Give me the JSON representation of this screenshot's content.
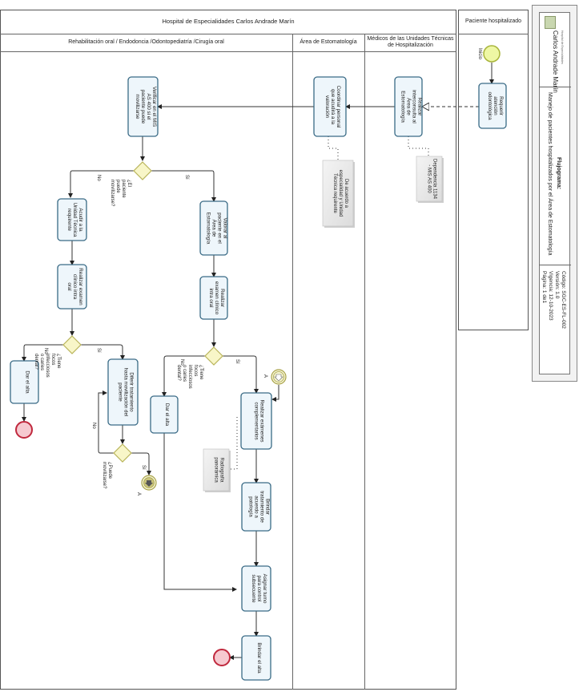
{
  "pool_title": "Hospital de Especialidades Carlos Andrade Marín",
  "patient_pool_title": "Paciente hospitalizado",
  "lanes": [
    {
      "label": "Rehabilitación oral / Endodoncia /Odontopediatría /Cirugía oral"
    },
    {
      "label": "Área de Estomatología"
    },
    {
      "label": "Médicos de las Unidades Técnicas de Hospitalización"
    }
  ],
  "title_block": {
    "logo_text_small": "Hospital de Especialidades",
    "logo_text": "Carlos Andrade Marín",
    "heading": "Flujograma:",
    "subtitle": "Manejo de pacientes hospitalizados por el Área de Estomatología",
    "code": "Código: SGC-ES-FL-002",
    "version": "Versión: 1.0",
    "validity": "Vigencia: 12-10-2023",
    "page": "Página: 1 de1"
  },
  "events": {
    "start": "Inicio",
    "link_a": "A"
  },
  "tasks": {
    "requerir": "Requerir atención odontológica",
    "interconsulta": "Realizar interconsulta al Área de Estomatología",
    "coordinar": "Coordinar personal que acudirá a la valoración",
    "verificar": "Verificar en el MIS AS 400 si el paciente puede movilizarse",
    "acudir": "Acudir a la Unidad Técnica requirente",
    "examen_no": "Realizar examen clínico intra oral",
    "valorar": "Valorar al paciente en el Área de Estomatología",
    "examen_si": "Realizar examen clínico intra oral",
    "dar_alta_left": "Dar el alta",
    "diferir": "Diferir tratamiento hasta movilización del paciente",
    "dar_alta_mid": "Dar el alta",
    "complementarios": "Realizar exámenes complementarios",
    "tratamiento": "Brindar tratamiento de acuerdo a patología",
    "asignar": "Asignar turno para control subsecuente",
    "brindar_alta": "Brindar el alta"
  },
  "gateways": {
    "movilizarse": "¿El paciente puede movilizarse?",
    "focos_no": "¿Tiene focos infecciosos o caries dental?",
    "focos_si": "¿Tiene focos infecciosos o caries dental?",
    "puede_mov": "¿Puede movilizarse?"
  },
  "flow_labels": {
    "si": "Sí",
    "no": "No"
  },
  "notes": {
    "dependencia": "Dependencia 1134 - MIS AS 400",
    "acuerdo": "De acuerdo a especialidad y Unidad Técnica requirente",
    "radiografia": "Radiografía panorámica"
  },
  "colors": {
    "task_fill": "#eef6fb",
    "task_stroke": "#3a6b86",
    "gateway_fill": "#f8f6c8",
    "gateway_stroke": "#b9b45a",
    "start_fill": "#eef7a4",
    "end_fill": "#f6c9d0",
    "end_stroke": "#c0283d",
    "note_fill": "#e9e9e9"
  }
}
